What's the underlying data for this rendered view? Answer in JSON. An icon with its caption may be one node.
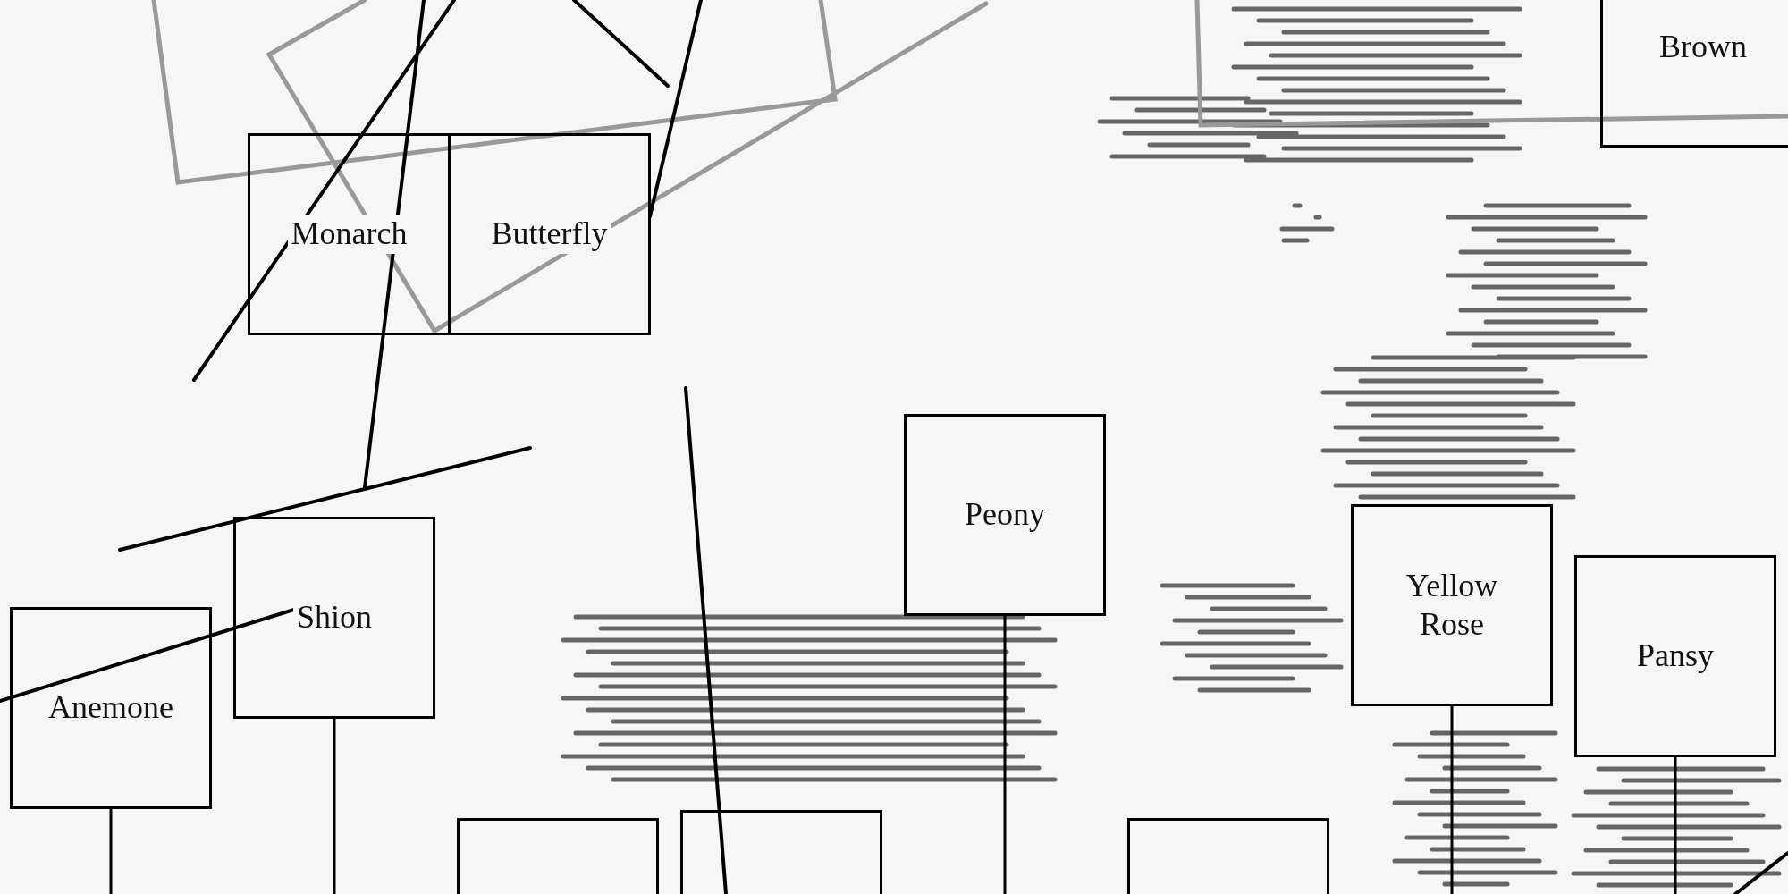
{
  "diagram": {
    "nodes": [
      {
        "text": [
          "Monarch"
        ]
      },
      {
        "text": [
          "Butterfly"
        ]
      },
      {
        "text": [
          "Brown"
        ]
      },
      {
        "text": [
          "Peony"
        ]
      },
      {
        "text": [
          "Yellow Rose"
        ]
      },
      {
        "text": [
          "Shion"
        ]
      },
      {
        "text": [
          "Pansy"
        ]
      },
      {
        "text": [
          "Anemone"
        ]
      },
      {
        "text": [],
        "shape": "box"
      },
      {
        "text": [],
        "shape": "box"
      },
      {
        "text": [],
        "shape": "box"
      }
    ],
    "edges": [
      {
        "from": 7,
        "to": null,
        "arrow": "none"
      },
      {
        "from": 5,
        "to": null,
        "arrow": "none"
      },
      {
        "from": 3,
        "to": null,
        "arrow": "none"
      },
      {
        "from": 4,
        "to": null,
        "arrow": "none"
      },
      {
        "from": 6,
        "to": null,
        "arrow": "none"
      }
    ]
  }
}
